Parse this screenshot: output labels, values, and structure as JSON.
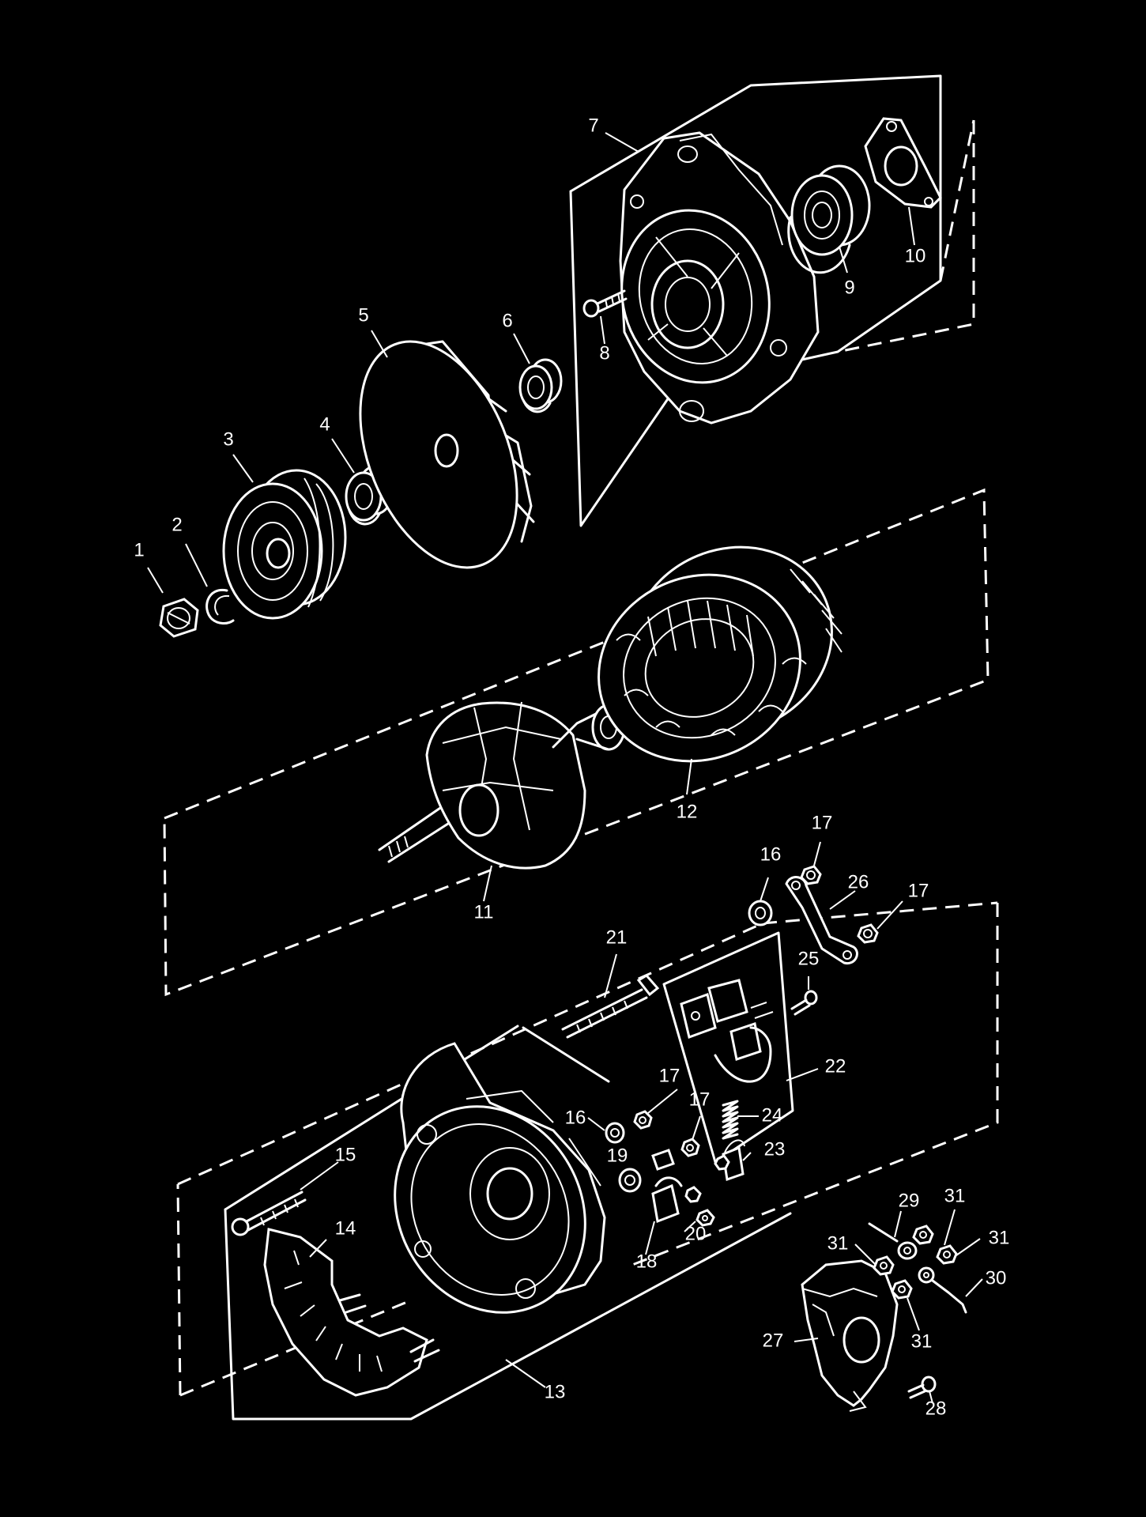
{
  "diagram": {
    "background": "#000000",
    "line_color": "#ffffff",
    "callouts": [
      {
        "id": "c1",
        "text": "1"
      },
      {
        "id": "c2",
        "text": "2"
      },
      {
        "id": "c3",
        "text": "3"
      },
      {
        "id": "c4",
        "text": "4"
      },
      {
        "id": "c5",
        "text": "5"
      },
      {
        "id": "c6",
        "text": "6"
      },
      {
        "id": "c7",
        "text": "7"
      },
      {
        "id": "c8",
        "text": "8"
      },
      {
        "id": "c9",
        "text": "9"
      },
      {
        "id": "c10",
        "text": "10"
      },
      {
        "id": "c11",
        "text": "11"
      },
      {
        "id": "c12",
        "text": "12"
      },
      {
        "id": "c13",
        "text": "13"
      },
      {
        "id": "c14",
        "text": "14"
      },
      {
        "id": "c15",
        "text": "15"
      },
      {
        "id": "c16a",
        "text": "16"
      },
      {
        "id": "c16b",
        "text": "16"
      },
      {
        "id": "c17a",
        "text": "17"
      },
      {
        "id": "c17b",
        "text": "17"
      },
      {
        "id": "c17c",
        "text": "17"
      },
      {
        "id": "c17d",
        "text": "17"
      },
      {
        "id": "c18",
        "text": "18"
      },
      {
        "id": "c19",
        "text": "19"
      },
      {
        "id": "c20",
        "text": "20"
      },
      {
        "id": "c21",
        "text": "21"
      },
      {
        "id": "c22",
        "text": "22"
      },
      {
        "id": "c23",
        "text": "23"
      },
      {
        "id": "c24",
        "text": "24"
      },
      {
        "id": "c25",
        "text": "25"
      },
      {
        "id": "c26",
        "text": "26"
      },
      {
        "id": "c27",
        "text": "27"
      },
      {
        "id": "c28",
        "text": "28"
      },
      {
        "id": "c29",
        "text": "29"
      },
      {
        "id": "c30",
        "text": "30"
      },
      {
        "id": "c31a",
        "text": "31"
      },
      {
        "id": "c31b",
        "text": "31"
      },
      {
        "id": "c31c",
        "text": "31"
      },
      {
        "id": "c31d",
        "text": "31"
      }
    ]
  }
}
